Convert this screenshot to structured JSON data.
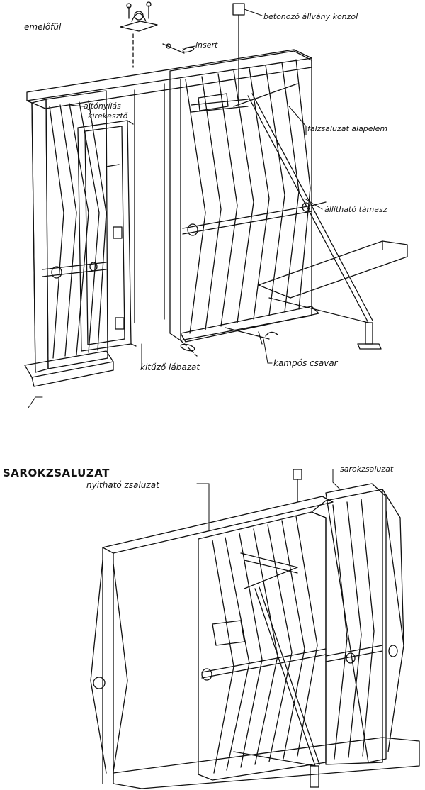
{
  "figure1": {
    "labels": {
      "emelofu": "emelőfül",
      "betonozo": "betonozó állvány konzol",
      "insert": "insert",
      "ajtonyilas": "ajtónyílás",
      "kirekeszto": "kirekesztő",
      "falzsaluzat": "falzsaluzat alapelem",
      "allithato": "állítható támasz",
      "kituzo": "kitűző lábazat",
      "kampos": "kampós csavar"
    }
  },
  "figure2": {
    "title": "SAROKZSALUZAT",
    "labels": {
      "sarokzsaluzat": "sarokzsaluzat",
      "nyithato": "nyitható zsaluzat"
    }
  },
  "colors": {
    "line": "#111111",
    "background": "#ffffff"
  }
}
